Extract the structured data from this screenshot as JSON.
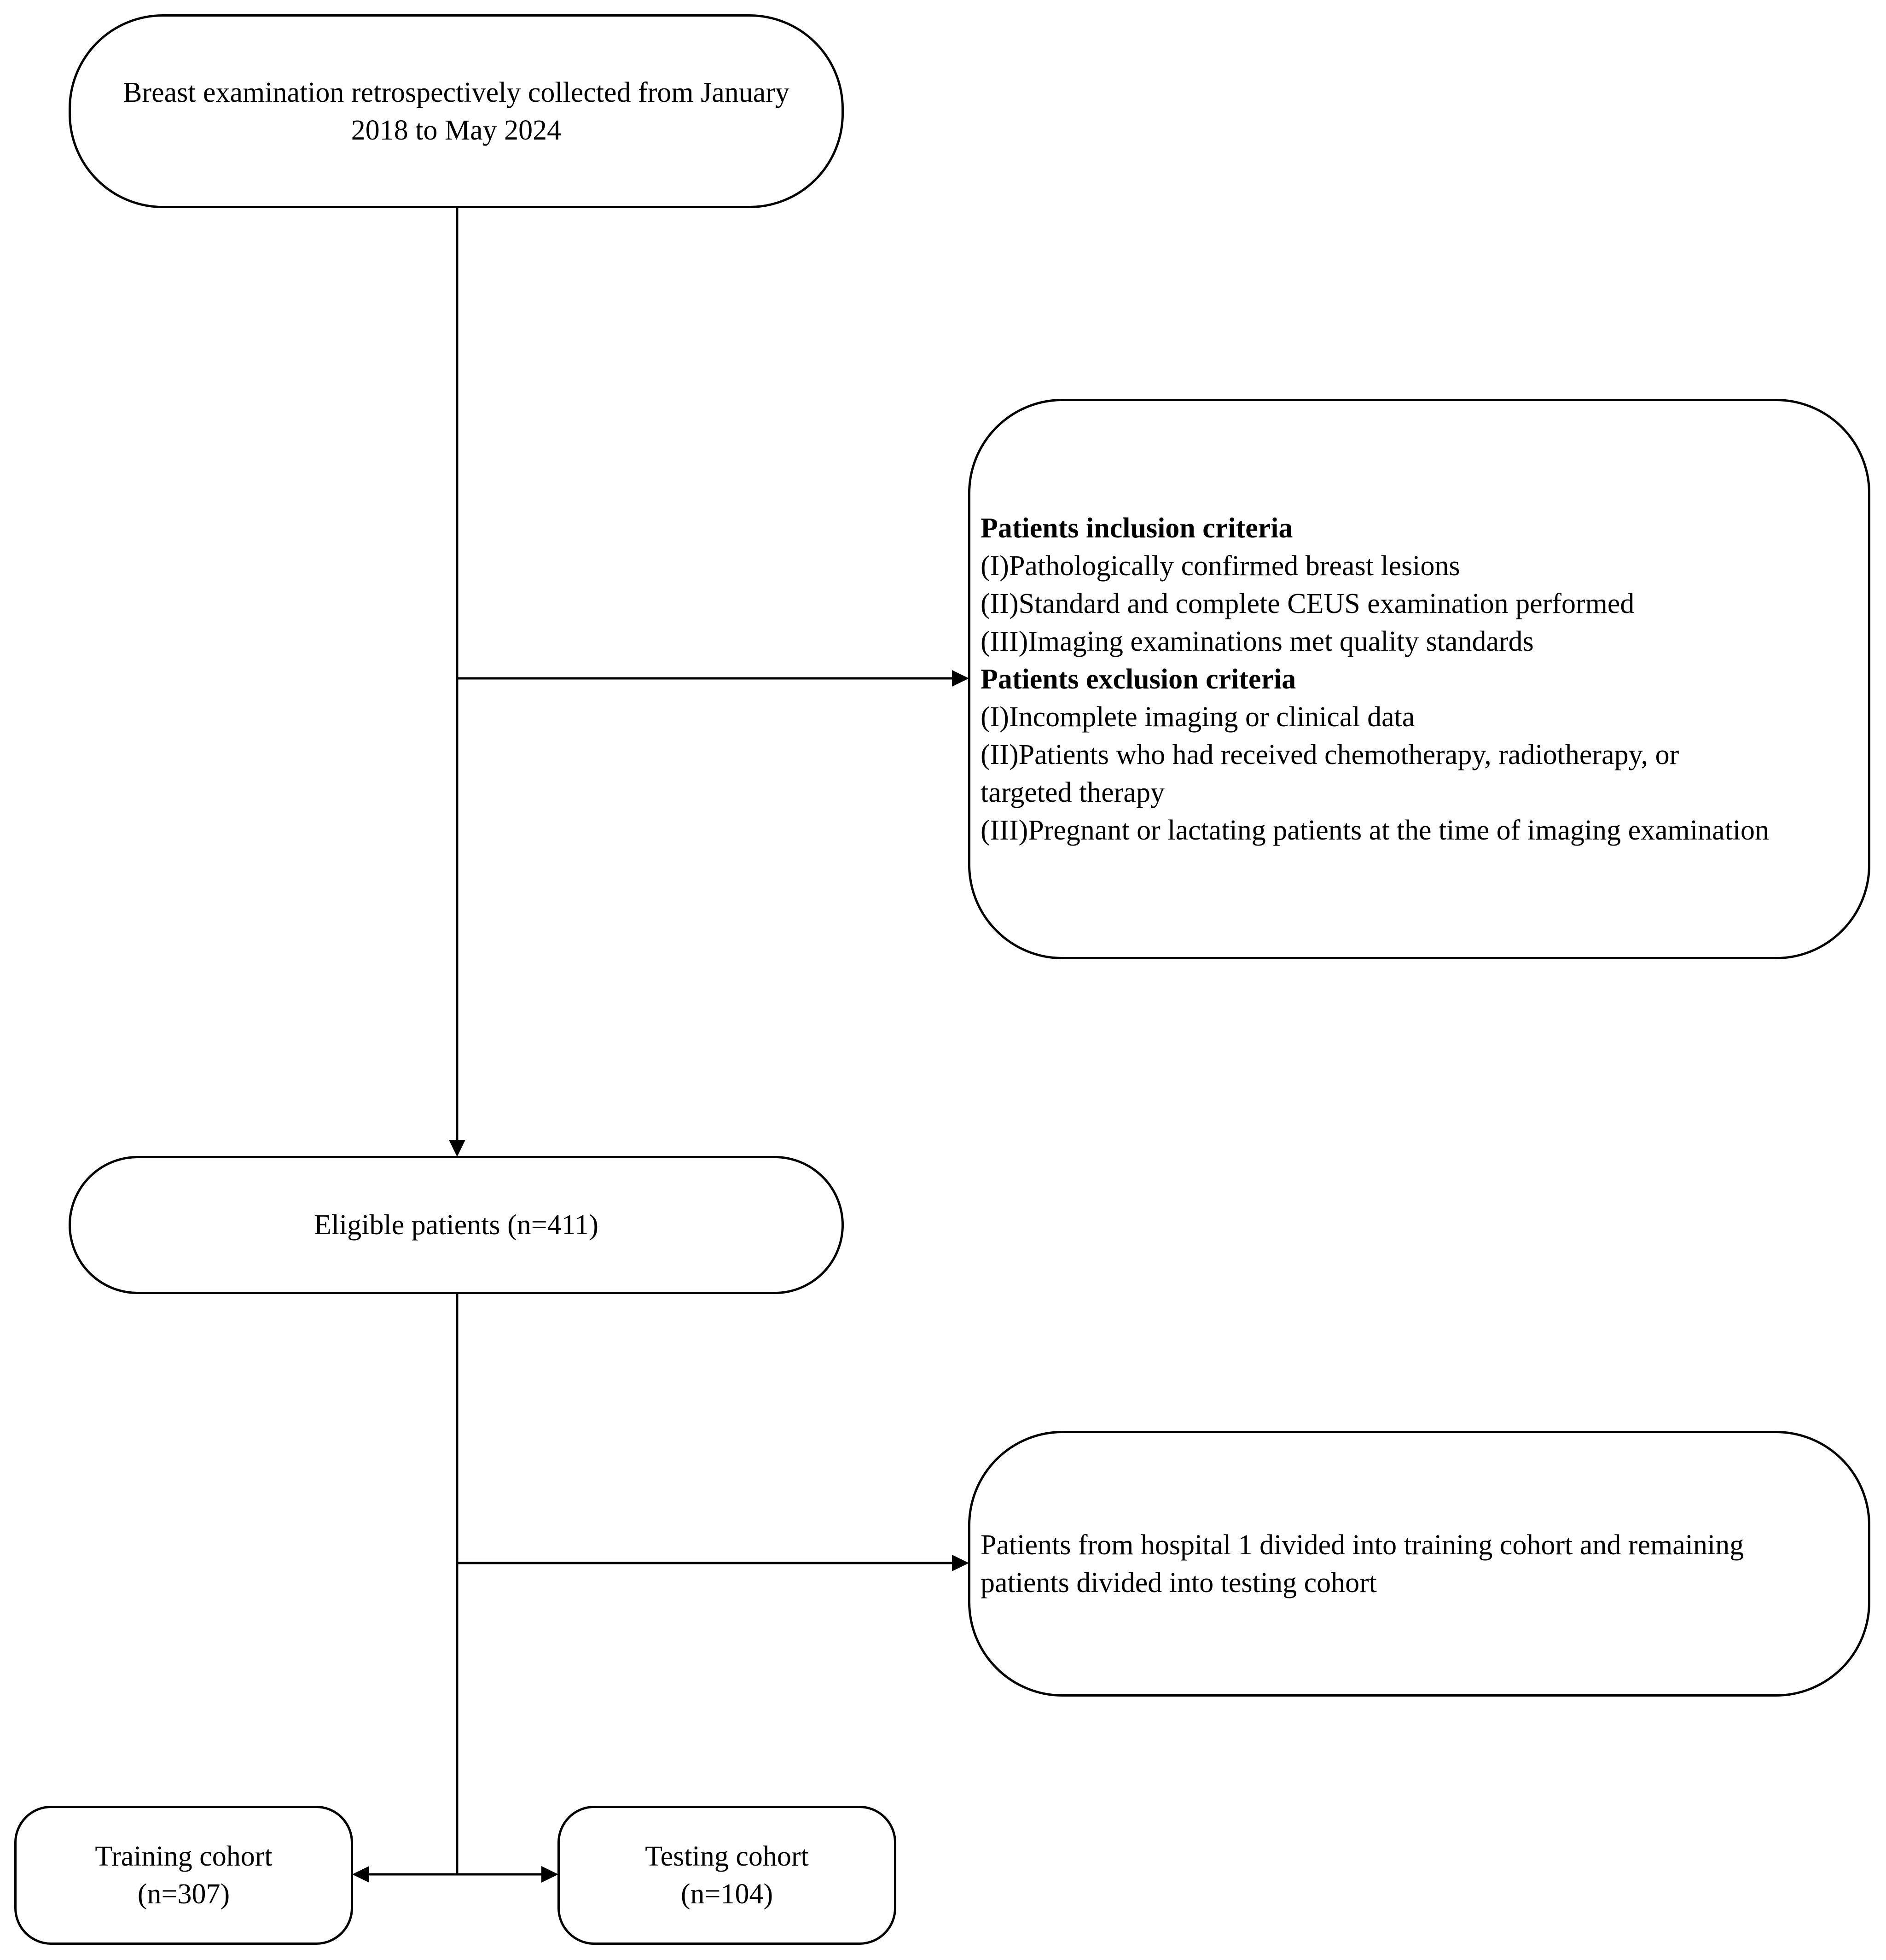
{
  "start": {
    "text_line1": "Breast examination retrospectively collected from January",
    "text_line2": "2018 to May 2024"
  },
  "criteria": {
    "inclusion_title": "Patients inclusion criteria",
    "inclusion": [
      "(I)Pathologically confirmed breast lesions",
      "(II)Standard and complete CEUS examination performed",
      "(III)Imaging examinations met quality standards"
    ],
    "exclusion_title": "Patients exclusion criteria",
    "exclusion": [
      "(I)Incomplete imaging or clinical data",
      "(II)Patients who had received chemotherapy, radiotherapy, or",
      "targeted therapy",
      "(III)Pregnant or lactating patients at the time of imaging examination"
    ]
  },
  "eligible": {
    "text": "Eligible patients (n=411)"
  },
  "split": {
    "text_line1": "Patients from hospital 1 divided into training cohort and remaining",
    "text_line2": "patients divided into testing cohort"
  },
  "training": {
    "label": "Training cohort",
    "n": "(n=307)"
  },
  "testing": {
    "label": "Testing cohort",
    "n": "(n=104)"
  }
}
